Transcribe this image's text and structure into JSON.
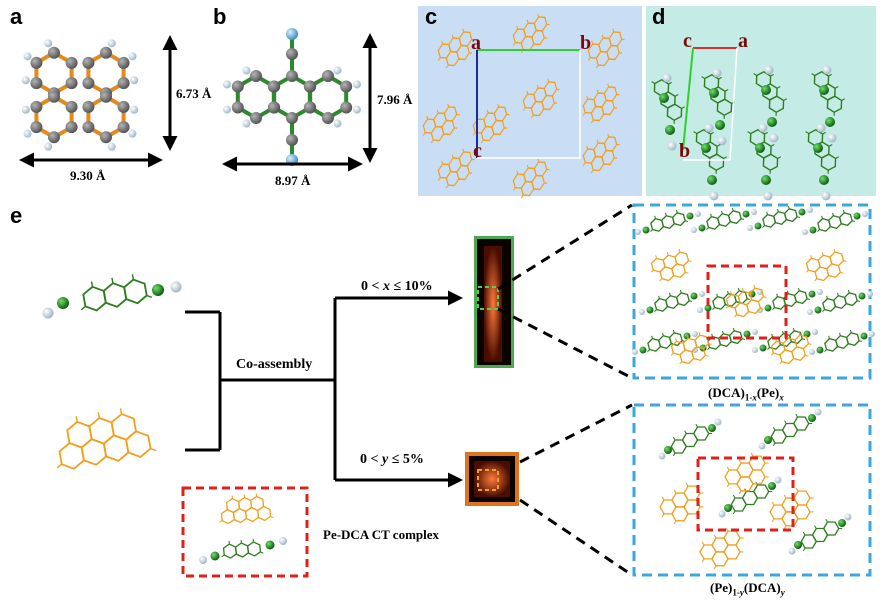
{
  "panels": {
    "a": "a",
    "b": "b",
    "c": "c",
    "d": "d",
    "e": "e"
  },
  "dimensions": {
    "a_height": "6.73 Å",
    "a_width": "9.30 Å",
    "b_height": "7.96 Å",
    "b_width": "8.97 Å"
  },
  "axes": {
    "c_a": "a",
    "c_b": "b",
    "c_c": "c",
    "d_c": "c",
    "d_a": "a",
    "d_b": "b"
  },
  "scheme": {
    "coassembly": "Co-assembly",
    "cond_top_prefix": "0 < ",
    "cond_top_var": "x",
    "cond_top_suffix": " ≤ 10%",
    "cond_bot_prefix": "0 < ",
    "cond_bot_var": "y",
    "cond_bot_suffix": " ≤ 5%",
    "legend": "Pe-DCA  CT complex",
    "formula_top": {
      "a": "(DCA)",
      "s1": "1-",
      "s1i": "x",
      "b": "(Pe)",
      "s2": "x"
    },
    "formula_bot": {
      "a": "(Pe)",
      "s1": "1-",
      "s1i": "y",
      "b": "(DCA)",
      "s2": "y"
    }
  },
  "colors": {
    "orange": "#f5a623",
    "green": "#2e7d1f",
    "cyan_dash": "#3aa8dc",
    "red_dash": "#e0201b",
    "panel_c_bg": "#c9def5",
    "panel_d_bg": "#c4ebe6"
  }
}
